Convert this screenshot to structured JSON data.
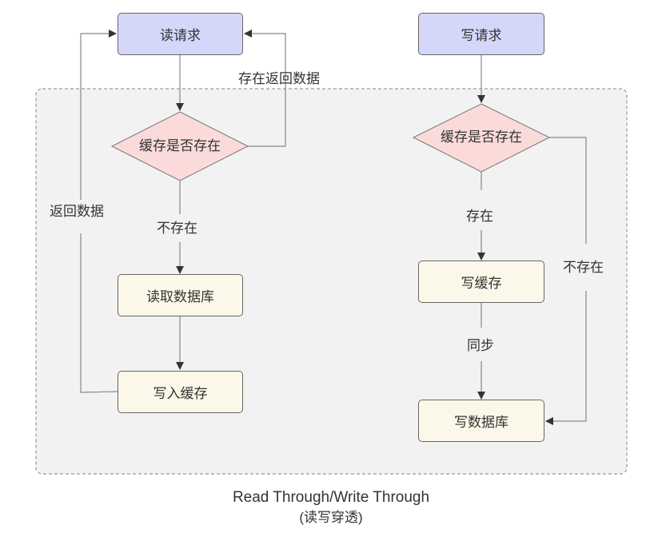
{
  "diagram": {
    "container_label": "Read Through/Write Through",
    "caption_line1": "Read Through/Write Through",
    "caption_line2": "(读写穿透)",
    "colors": {
      "request_fill": "#d4d7fa",
      "process_fill": "#fbf8ea",
      "decision_fill": "#fadbda",
      "container_fill": "#f2f2f2",
      "line": "#888888",
      "arrow": "#333333"
    },
    "read_flow": {
      "request": "读请求",
      "decision": "缓存是否存在",
      "edge_exists": "存在返回数据",
      "edge_not_exists": "不存在",
      "read_db": "读取数据库",
      "write_cache": "写入缓存",
      "edge_return": "返回数据"
    },
    "write_flow": {
      "request": "写请求",
      "decision": "缓存是否存在",
      "edge_exists": "存在",
      "write_cache": "写缓存",
      "edge_sync": "同步",
      "edge_not_exists": "不存在",
      "write_db": "写数据库"
    }
  }
}
